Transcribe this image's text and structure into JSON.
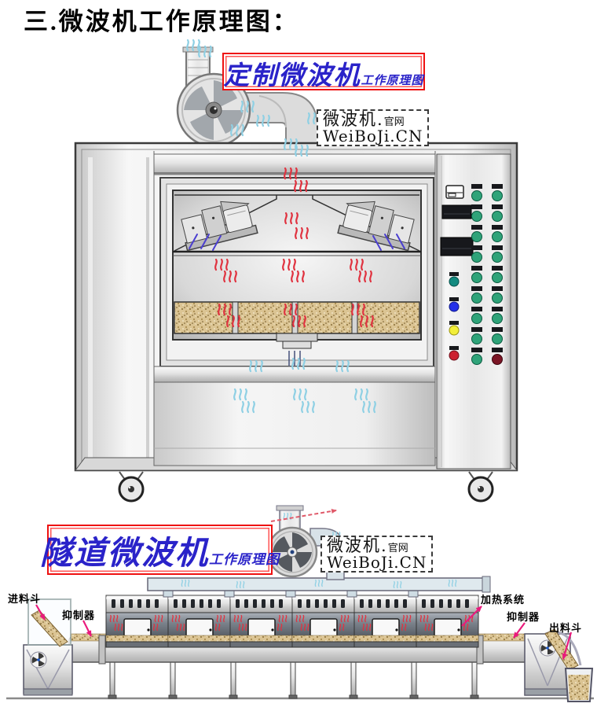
{
  "page": {
    "title": "三.微波机工作原理图："
  },
  "colors": {
    "accent-red": "#ee1111",
    "calligraphy-blue": "#2a23c9",
    "wave-red": "#e03340",
    "wave-blue": "#8fd0e4",
    "beam-blue": "#4b3fd0",
    "annotation-arrow": "#ea1a7c",
    "green-button": "#2fa379",
    "teal-button": "#138a80",
    "blue-button": "#2430e8",
    "yellow-button": "#f2ee3a",
    "red-button": "#cc2030",
    "darkred-button": "#7c1626",
    "material-tan": "#dbc493"
  },
  "custom_machine": {
    "title_main": "定制微波机",
    "title_sub": "工作原理图",
    "watermark": {
      "brand": "微波机.",
      "brand_small": "官网",
      "domain": "WeiBoJi.CN"
    }
  },
  "tunnel_machine": {
    "title_main": "隧道微波机",
    "title_sub": "工作原理图",
    "watermark": {
      "brand": "微波机.",
      "brand_small": "官网",
      "domain": "WeiBoJi.CN"
    },
    "annotations": {
      "feed_hopper": "进料斗",
      "suppressor_left": "抑制器",
      "heating_system": "加热系统",
      "suppressor_right": "抑制器",
      "discharge_hopper": "出料斗"
    }
  }
}
